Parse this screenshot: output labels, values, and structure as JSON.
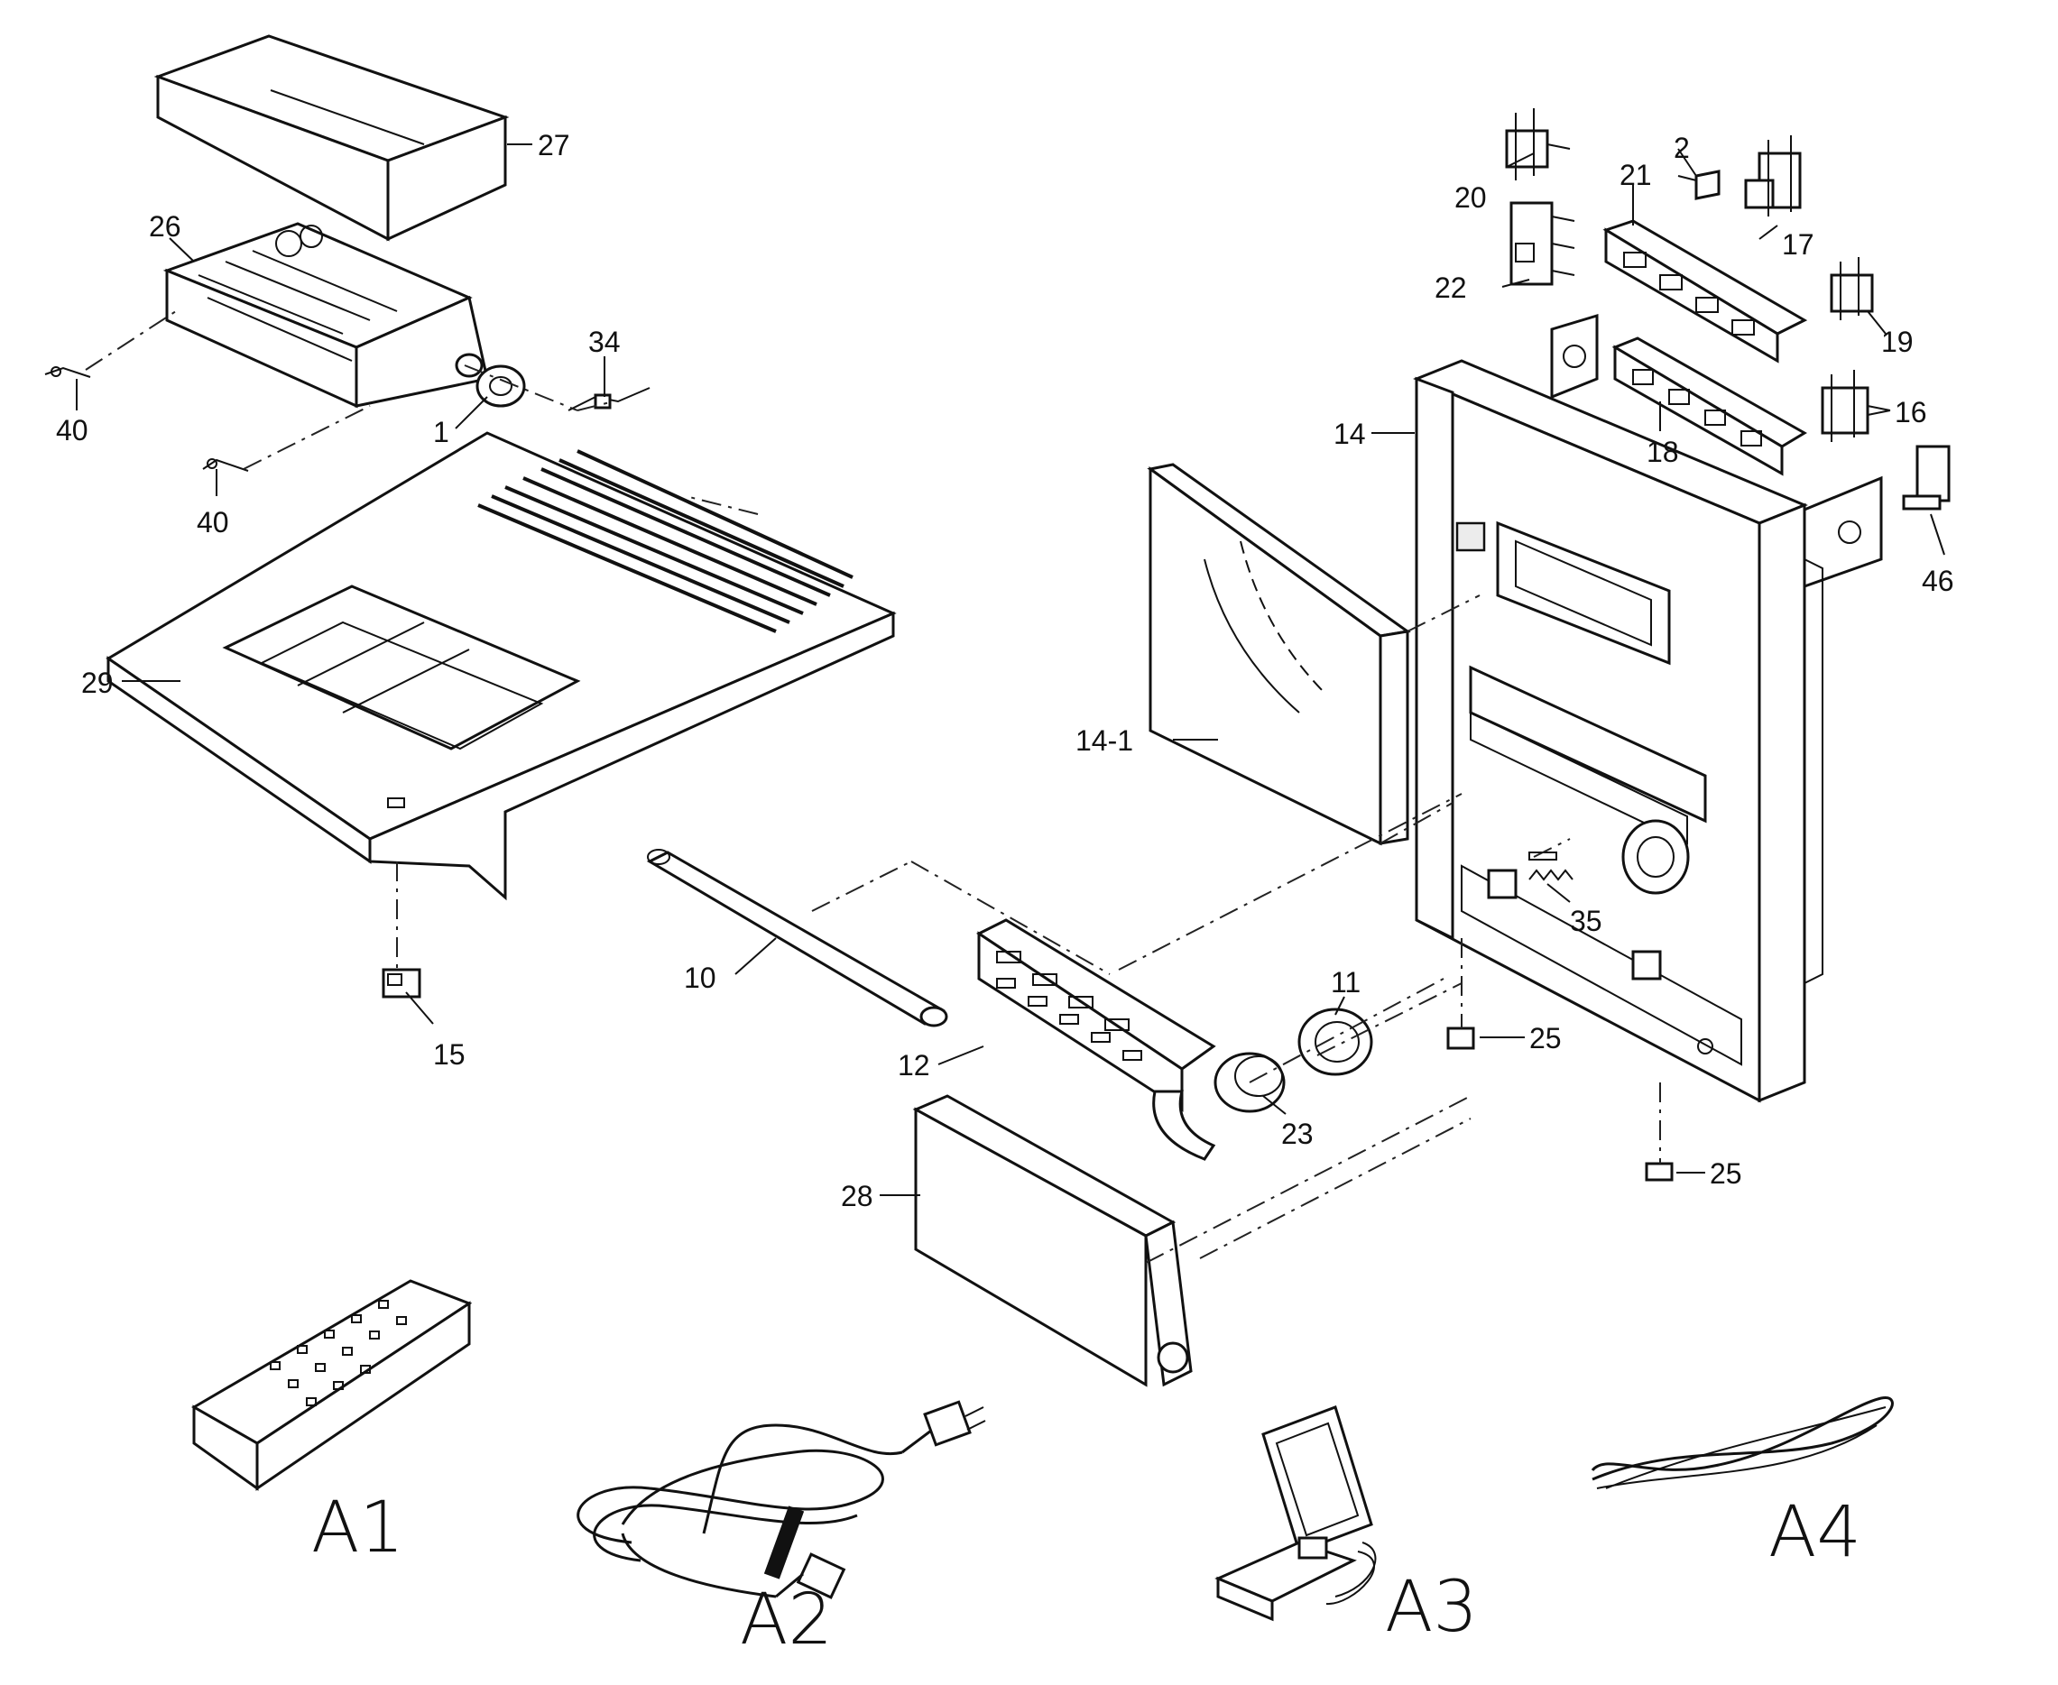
{
  "callouts": {
    "p1": "1",
    "p2": "2",
    "p10": "10",
    "p11": "11",
    "p12": "12",
    "p14": "14",
    "p14_1": "14-1",
    "p15": "15",
    "p16": "16",
    "p17": "17",
    "p18": "18",
    "p19": "19",
    "p20": "20",
    "p21": "21",
    "p22": "22",
    "p23": "23",
    "p25": "25",
    "p26": "26",
    "p27": "27",
    "p28": "28",
    "p29": "29",
    "p34": "34",
    "p35": "35",
    "p40": "40",
    "p46": "46"
  },
  "accessories": {
    "a1": "A1",
    "a2": "A2",
    "a3": "A3",
    "a4": "A4"
  }
}
